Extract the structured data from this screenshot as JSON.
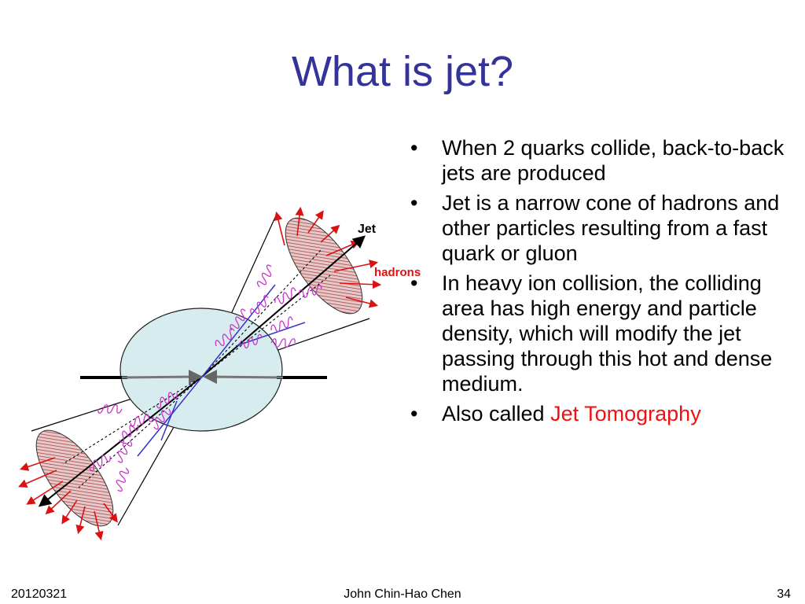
{
  "title": "What is jet?",
  "diagram": {
    "label_jet": "Jet",
    "label_hadrons": "hadrons",
    "colors": {
      "cone_fill": "#c86464",
      "collision_fill": "#d6ecef",
      "gluon": "#cc33cc",
      "quark": "#3333cc",
      "hadron_arrow": "#dd1111"
    }
  },
  "bullets": [
    {
      "marker": "•",
      "text": "When 2 quarks collide, back-to-back jets are produced"
    },
    {
      "marker": "•",
      "text": "Jet is a narrow cone of hadrons and other particles resulting from a fast quark or gluon"
    },
    {
      "marker": "•",
      "text": "In heavy ion collision, the colliding area has high energy and particle density, which will modify the jet passing through this hot and dense medium."
    },
    {
      "marker": "•",
      "text": "Also called ",
      "highlight": "Jet Tomography"
    }
  ],
  "footer": {
    "date": "20120321",
    "author": "John Chin-Hao Chen",
    "page": "34"
  }
}
